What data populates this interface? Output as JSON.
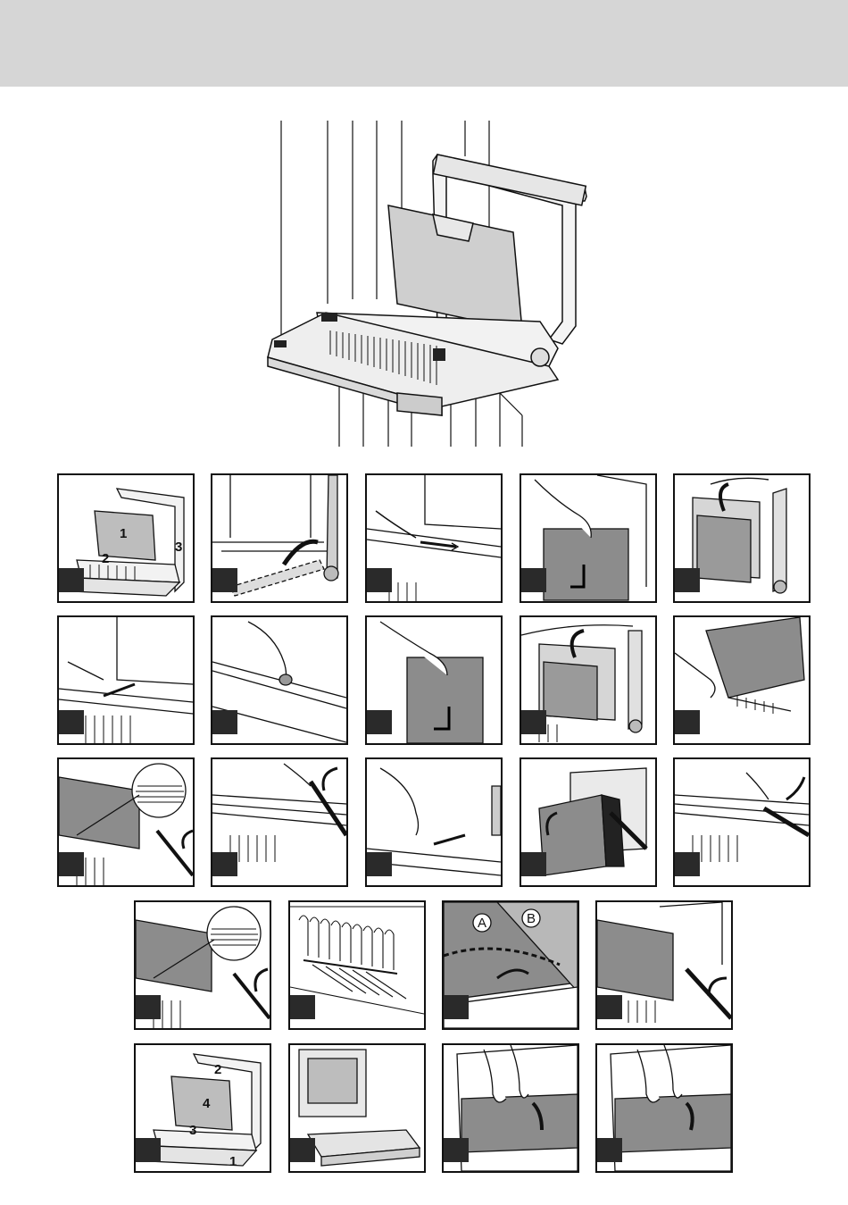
{
  "header": {
    "band_color": "#d6d6d6"
  },
  "overview": {
    "name": "binding-machine-overview"
  },
  "panels": [
    {
      "id": "p1",
      "callouts": [
        "1",
        "2",
        "3"
      ]
    },
    {
      "id": "p2"
    },
    {
      "id": "p3"
    },
    {
      "id": "p4"
    },
    {
      "id": "p5"
    },
    {
      "id": "p6"
    },
    {
      "id": "p7"
    },
    {
      "id": "p8"
    },
    {
      "id": "p9"
    },
    {
      "id": "p10"
    },
    {
      "id": "p11"
    },
    {
      "id": "p12"
    },
    {
      "id": "p13"
    },
    {
      "id": "p14"
    },
    {
      "id": "p15"
    },
    {
      "id": "p16"
    },
    {
      "id": "p17"
    },
    {
      "id": "p18",
      "callouts": [
        "A",
        "B"
      ]
    },
    {
      "id": "p19"
    },
    {
      "id": "p20",
      "callouts": [
        "1",
        "2",
        "3",
        "4"
      ]
    },
    {
      "id": "p21"
    },
    {
      "id": "p22"
    },
    {
      "id": "p23"
    }
  ],
  "colors": {
    "ink": "#111111",
    "paper_gray": "#8c8c8c",
    "marker": "#2a2a2a",
    "machine_fill": "#f2f2f2"
  }
}
